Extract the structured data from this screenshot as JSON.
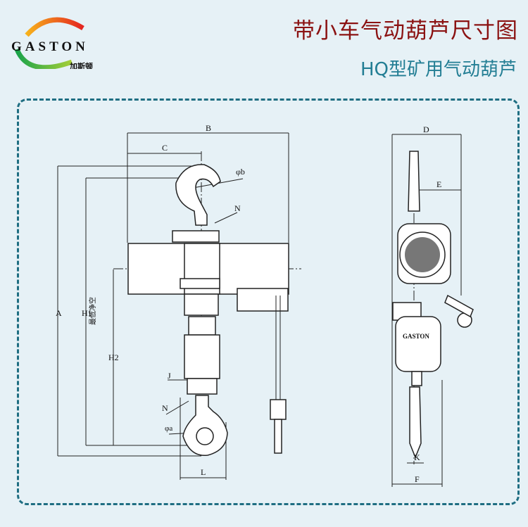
{
  "header": {
    "logo_text": "GASTON",
    "logo_subtext": "加斯顿",
    "title": "带小车气动葫芦尺寸图",
    "subtitle": "HQ型矿用气动葫芦"
  },
  "colors": {
    "title": "#8b1212",
    "subtitle": "#237e94",
    "frame": "#1f6e82",
    "background": "#e6f1f6"
  },
  "front_view": {
    "dims": {
      "B": "B",
      "C": "C",
      "phi_b": "φb",
      "N_top": "N",
      "A": "A",
      "H1": "H1",
      "min_headroom": "最低净空",
      "H2": "H2",
      "J": "J",
      "N_bottom": "N",
      "phi_a": "φa",
      "L": "L"
    }
  },
  "side_view": {
    "dims": {
      "D": "D",
      "E": "E",
      "K": "K",
      "F": "F"
    },
    "brand_label": "GASTON"
  }
}
